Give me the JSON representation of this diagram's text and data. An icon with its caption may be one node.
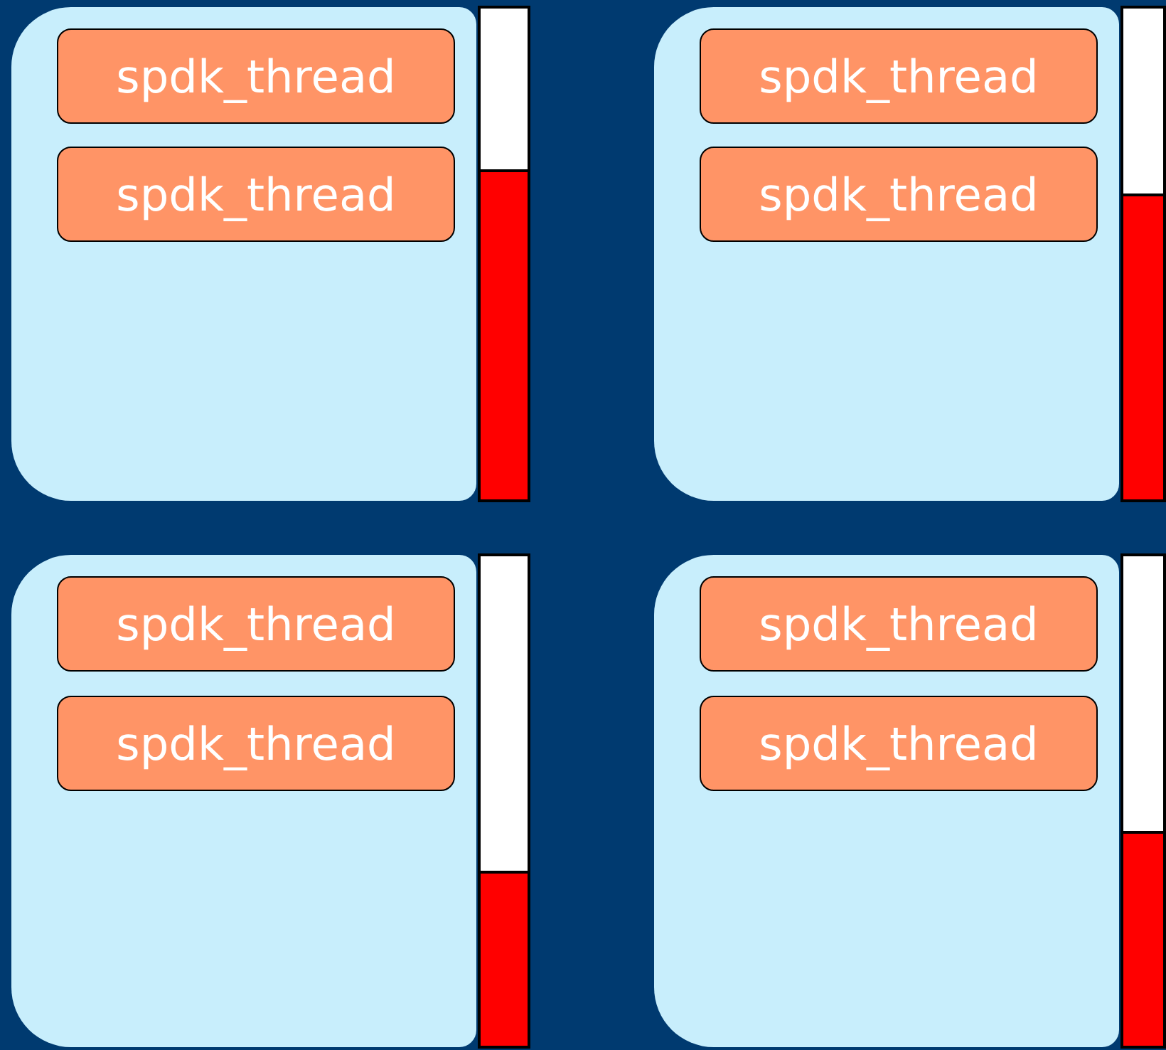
{
  "diagram": {
    "nodes": [
      {
        "text": [],
        "shape": "box"
      },
      {
        "text": [
          "spdk_thread"
        ],
        "in": 0
      },
      {
        "text": [
          "spdk_thread"
        ],
        "in": 0
      },
      {
        "text": [],
        "shape": "box"
      },
      {
        "text": [
          "spdk_thread"
        ],
        "in": 3
      },
      {
        "text": [
          "spdk_thread"
        ],
        "in": 3
      },
      {
        "text": [],
        "shape": "box"
      },
      {
        "text": [
          "spdk_thread"
        ],
        "in": 6
      },
      {
        "text": [
          "spdk_thread"
        ],
        "in": 6
      },
      {
        "text": [],
        "shape": "box"
      },
      {
        "text": [
          "spdk_thread"
        ],
        "in": 9
      },
      {
        "text": [
          "spdk_thread"
        ],
        "in": 9
      }
    ]
  }
}
